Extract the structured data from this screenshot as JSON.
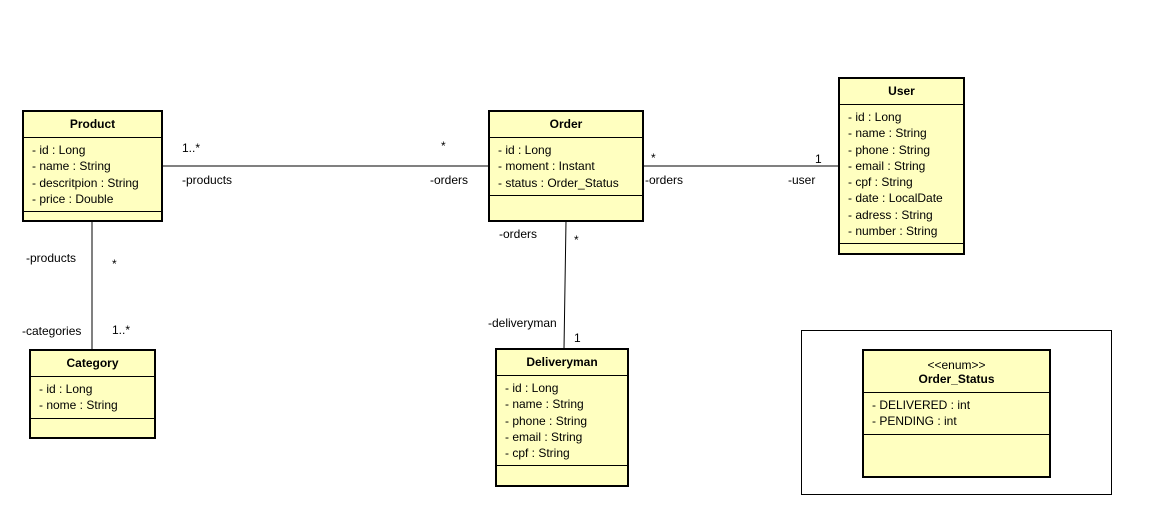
{
  "classes": {
    "product": {
      "name": "Product",
      "attributes": [
        "- id : Long",
        "- name : String",
        "- descritpion : String",
        "- price : Double"
      ]
    },
    "order": {
      "name": "Order",
      "attributes": [
        "- id : Long",
        "- moment : Instant",
        "- status : Order_Status"
      ]
    },
    "user": {
      "name": "User",
      "attributes": [
        "- id : Long",
        "- name : String",
        "- phone : String",
        "- email : String",
        "- cpf : String",
        "- date : LocalDate",
        "- adress : String",
        "- number : String"
      ]
    },
    "category": {
      "name": "Category",
      "attributes": [
        "- id : Long",
        "- nome : String"
      ]
    },
    "deliveryman": {
      "name": "Deliveryman",
      "attributes": [
        "- id : Long",
        "- name : String",
        "- phone : String",
        "- email : String",
        "- cpf : String"
      ]
    },
    "order_status": {
      "stereotype": "<<enum>>",
      "name": "Order_Status",
      "attributes": [
        "- DELIVERED : int",
        "- PENDING : int"
      ]
    }
  },
  "associations": {
    "product_order": {
      "product_mult": "1..*",
      "product_role": "-products",
      "order_mult": "*",
      "order_role": "-orders"
    },
    "order_user": {
      "order_mult": "*",
      "order_role": "-orders",
      "user_mult": "1",
      "user_role": "-user"
    },
    "product_category": {
      "product_role": "-products",
      "product_mult": "*",
      "category_role": "-categories",
      "category_mult": "1..*"
    },
    "order_deliveryman": {
      "order_role": "-orders",
      "order_mult": "*",
      "deliveryman_role": "-deliveryman",
      "deliveryman_mult": "1"
    }
  }
}
